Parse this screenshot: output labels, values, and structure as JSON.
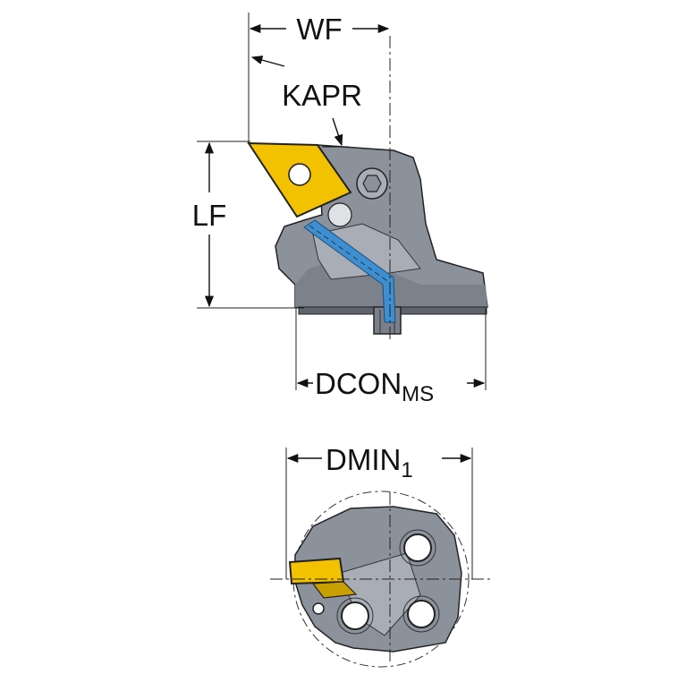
{
  "colors": {
    "body": "#8c929c",
    "body_dark": "#6c727c",
    "body_light": "#a9aeb6",
    "insert": "#f2c200",
    "coolant": "#3f8fd0",
    "line": "#111111"
  },
  "labels": {
    "wf": "WF",
    "kapr": "KAPR",
    "lf": "LF",
    "dcon_main": "DCON",
    "dcon_sub": "MS",
    "dmin_main": "DMIN",
    "dmin_sub": "1"
  }
}
